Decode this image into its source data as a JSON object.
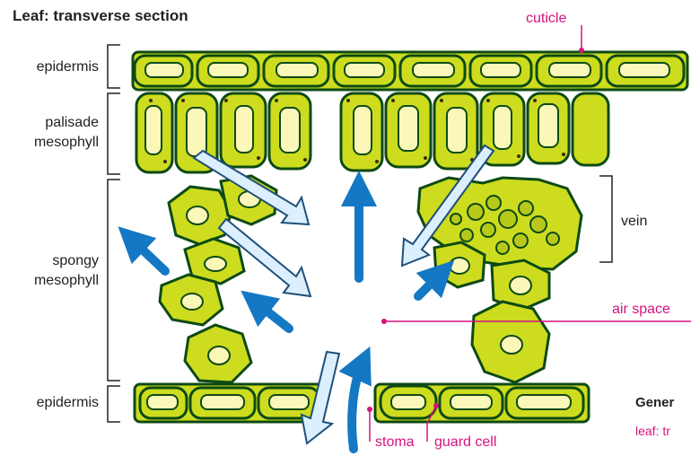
{
  "title": "Leaf: transverse section",
  "labels": {
    "epidermis_top": "epidermis",
    "palisade_line1": "palisade",
    "palisade_line2": "mesophyll",
    "spongy_line1": "spongy",
    "spongy_line2": "mesophyll",
    "epidermis_bottom": "epidermis",
    "cuticle": "cuticle",
    "vein": "vein",
    "air_space": "air space",
    "stoma": "stoma",
    "guard_cell": "guard cell"
  },
  "footer": {
    "heading": "Gener",
    "caption": "leaf: tr"
  },
  "colors": {
    "cell_fill": "#cddc1e",
    "cell_wall": "#1f7a2a",
    "vacuole": "#fbf7b8",
    "arrow_dark": "#1478c4",
    "arrow_light": "#dcefff",
    "pointer": "#d6127e"
  }
}
